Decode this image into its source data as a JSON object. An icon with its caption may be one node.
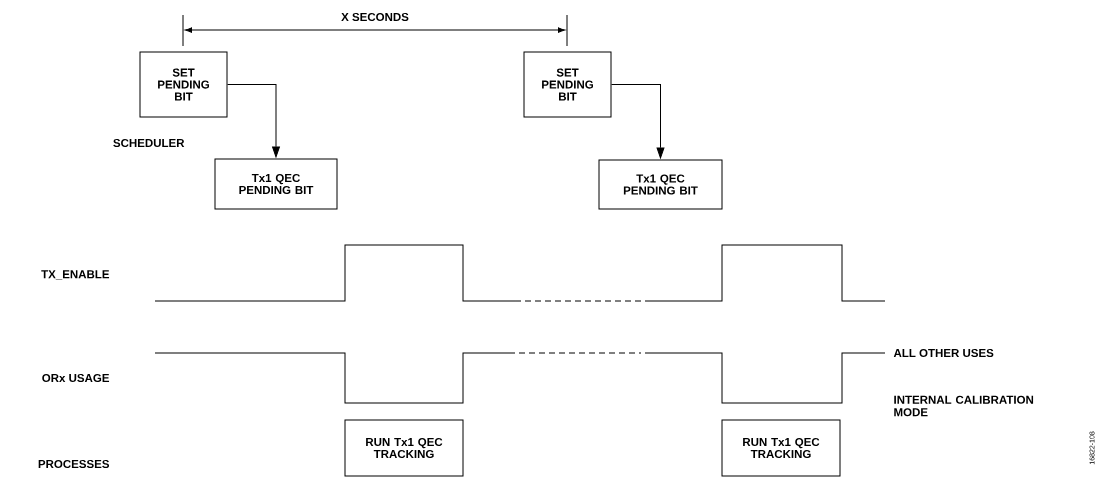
{
  "diagram": {
    "nodes": [
      {
        "text": [
          "SET PENDING BIT"
        ]
      },
      {
        "text": [
          "Tx1 QEC PENDING BIT"
        ]
      },
      {
        "text": [
          "SET PENDING BIT"
        ]
      },
      {
        "text": [
          "Tx1 QEC PENDING BIT"
        ]
      },
      {
        "text": [
          "RUN Tx1 QEC TRACKING"
        ]
      },
      {
        "text": [
          "RUN Tx1 QEC TRACKING"
        ]
      }
    ],
    "edges": [
      {
        "from": 0,
        "to": 1,
        "arrow": "to"
      },
      {
        "from": 2,
        "to": 3,
        "arrow": "to"
      }
    ],
    "labels": [
      "X SECONDS",
      "SCHEDULER",
      "TX_ENABLE",
      "ORx USAGE",
      "ALL OTHER USES",
      "INTERNAL CALIBRATION MODE",
      "PROCESSES",
      "16822-108"
    ]
  }
}
